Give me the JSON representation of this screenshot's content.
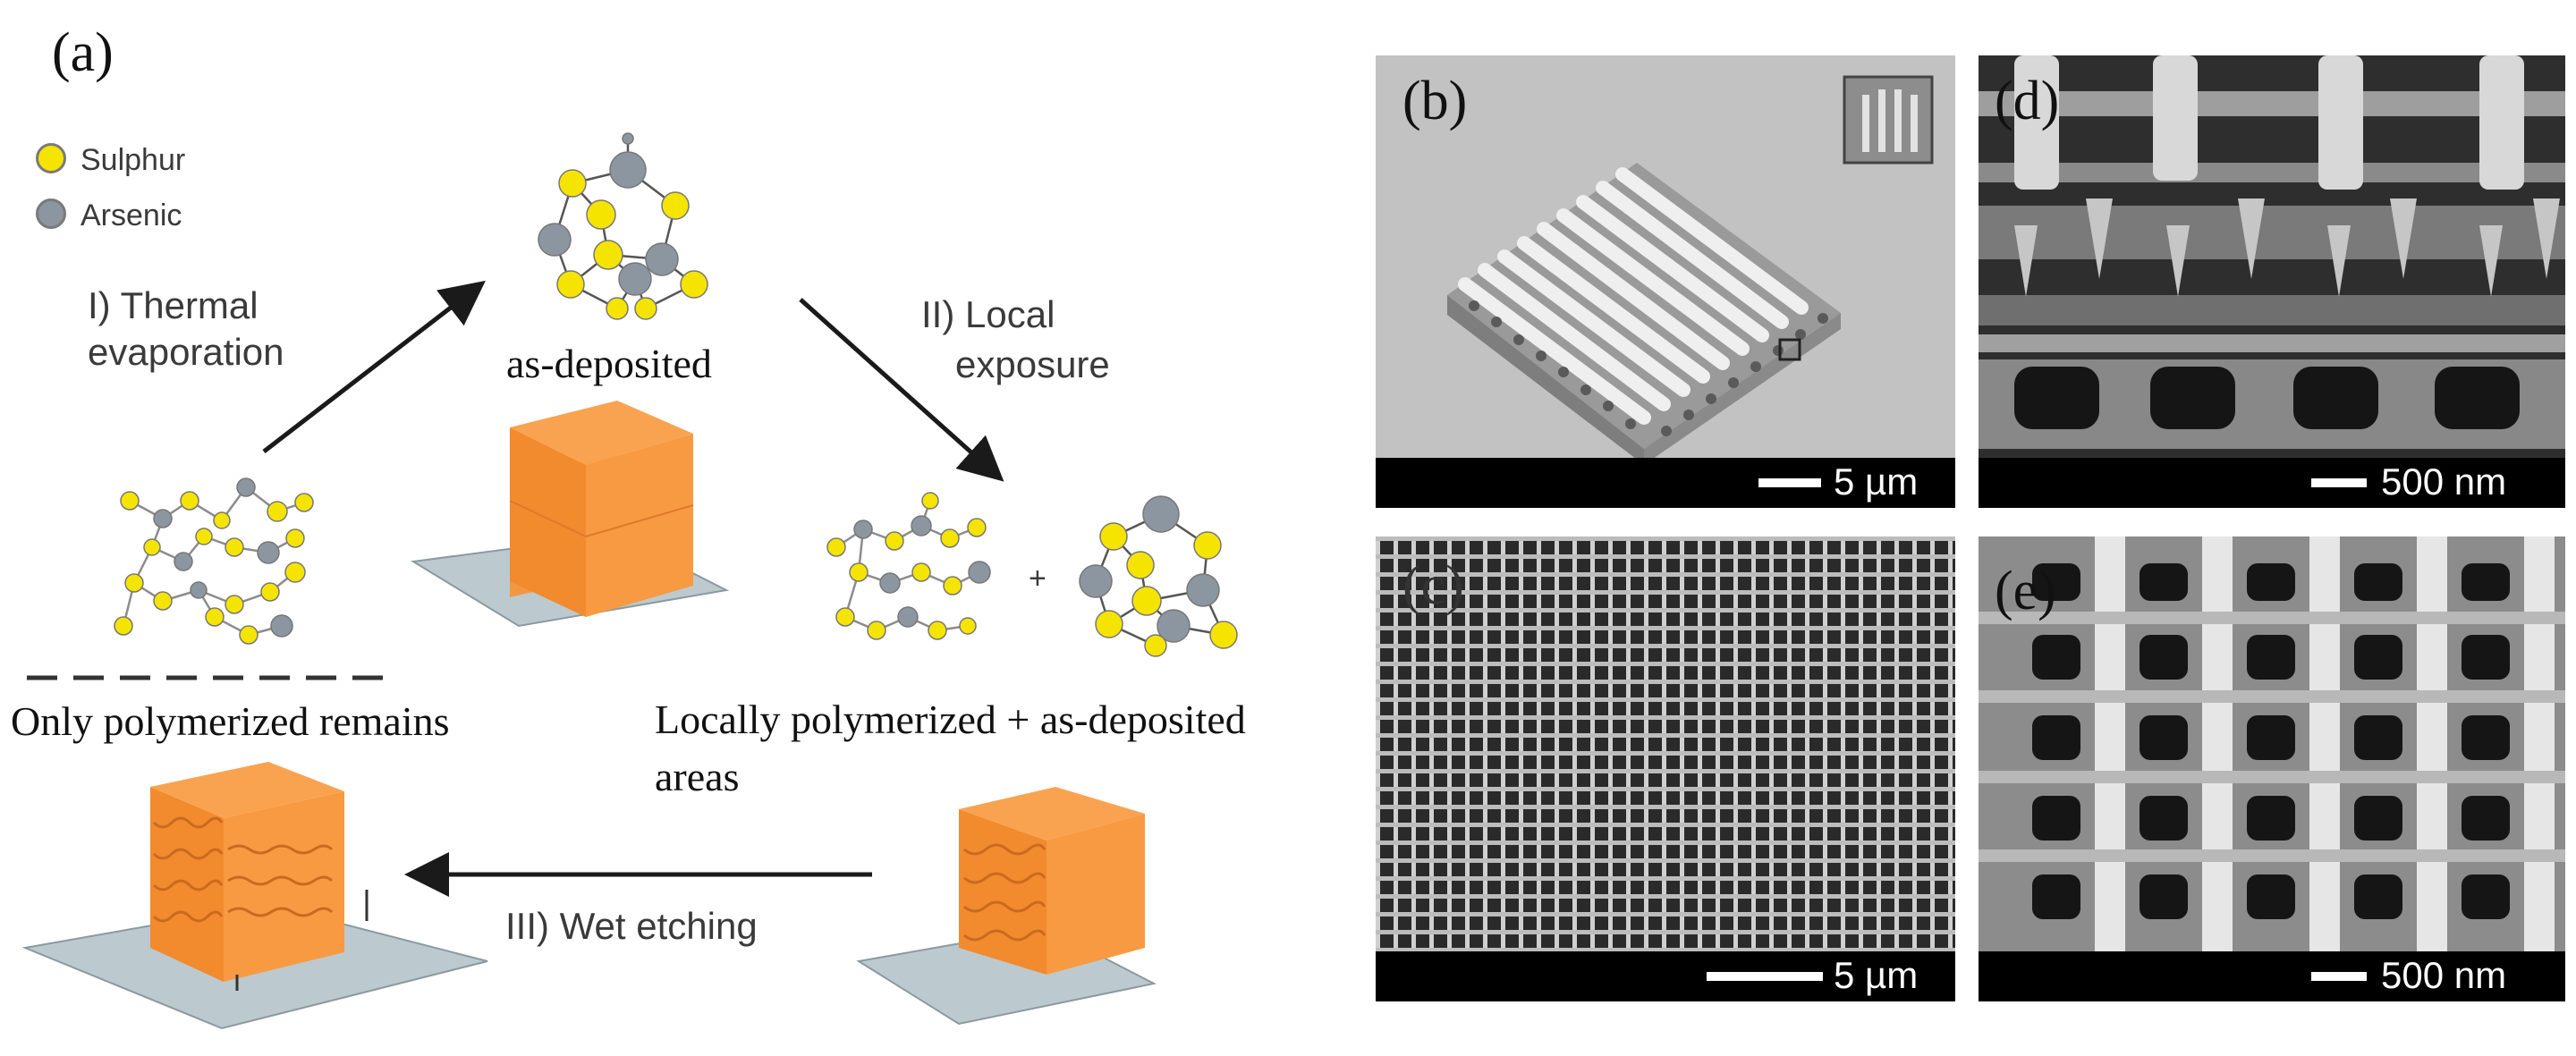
{
  "panels": {
    "a": "(a)",
    "b": "(b)",
    "c": "(c)",
    "d": "(d)",
    "e": "(e)"
  },
  "legend": {
    "sulphur": "Sulphur",
    "arsenic": "Arsenic",
    "sulphur_color": "#f5e400",
    "arsenic_color": "#8c96a0"
  },
  "steps": {
    "step1_line1": "I) Thermal",
    "step1_line2": "evaporation",
    "step2_line1": "II) Local",
    "step2_line2": "exposure",
    "step3": "III) Wet etching"
  },
  "captions": {
    "as_deposited": "as-deposited",
    "only_polymerized": "Only polymerized remains",
    "locally_line1": "Locally polymerized + as-deposited",
    "locally_line2": "areas",
    "plus": "+"
  },
  "scale_bars": {
    "b": "5 µm",
    "c": "5 µm",
    "d": "500 nm",
    "e": "500 nm"
  },
  "colors": {
    "orange": "#f5933a",
    "substrate": "#b9c7cc"
  }
}
